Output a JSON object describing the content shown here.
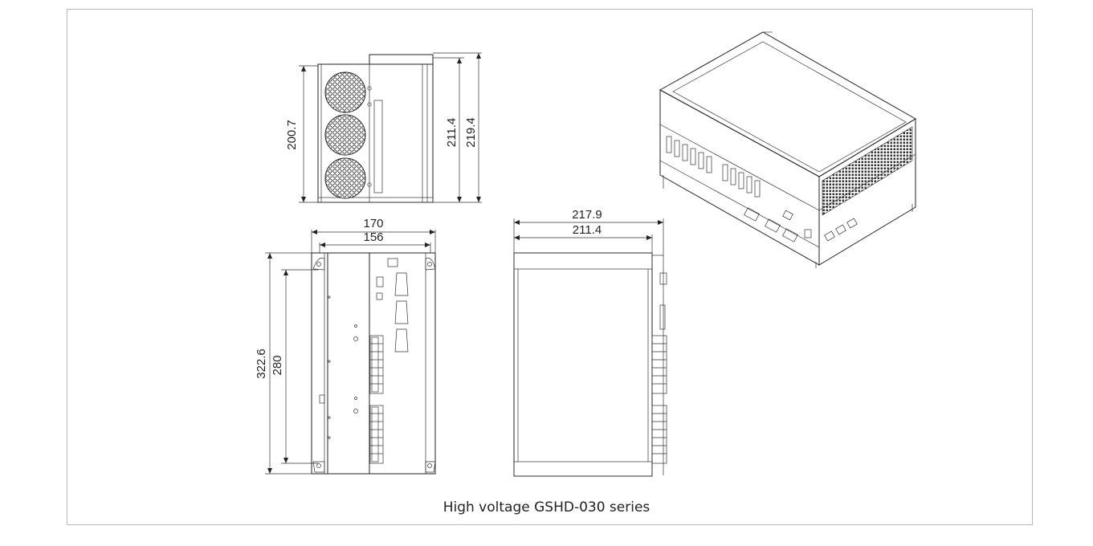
{
  "caption": "High voltage GSHD-030 series",
  "dimensions": {
    "side_height_1": "200.7",
    "side_height_2": "211.4",
    "side_height_3": "219.4",
    "front_width_outer": "170",
    "front_width_inner": "156",
    "front_height_outer": "322.6",
    "front_height_inner": "280",
    "back_width_outer": "217.9",
    "back_width_inner": "211.4"
  },
  "colors": {
    "line": "#222222",
    "frame": "#b8b8b8",
    "hatch": "#3a3a3a"
  }
}
